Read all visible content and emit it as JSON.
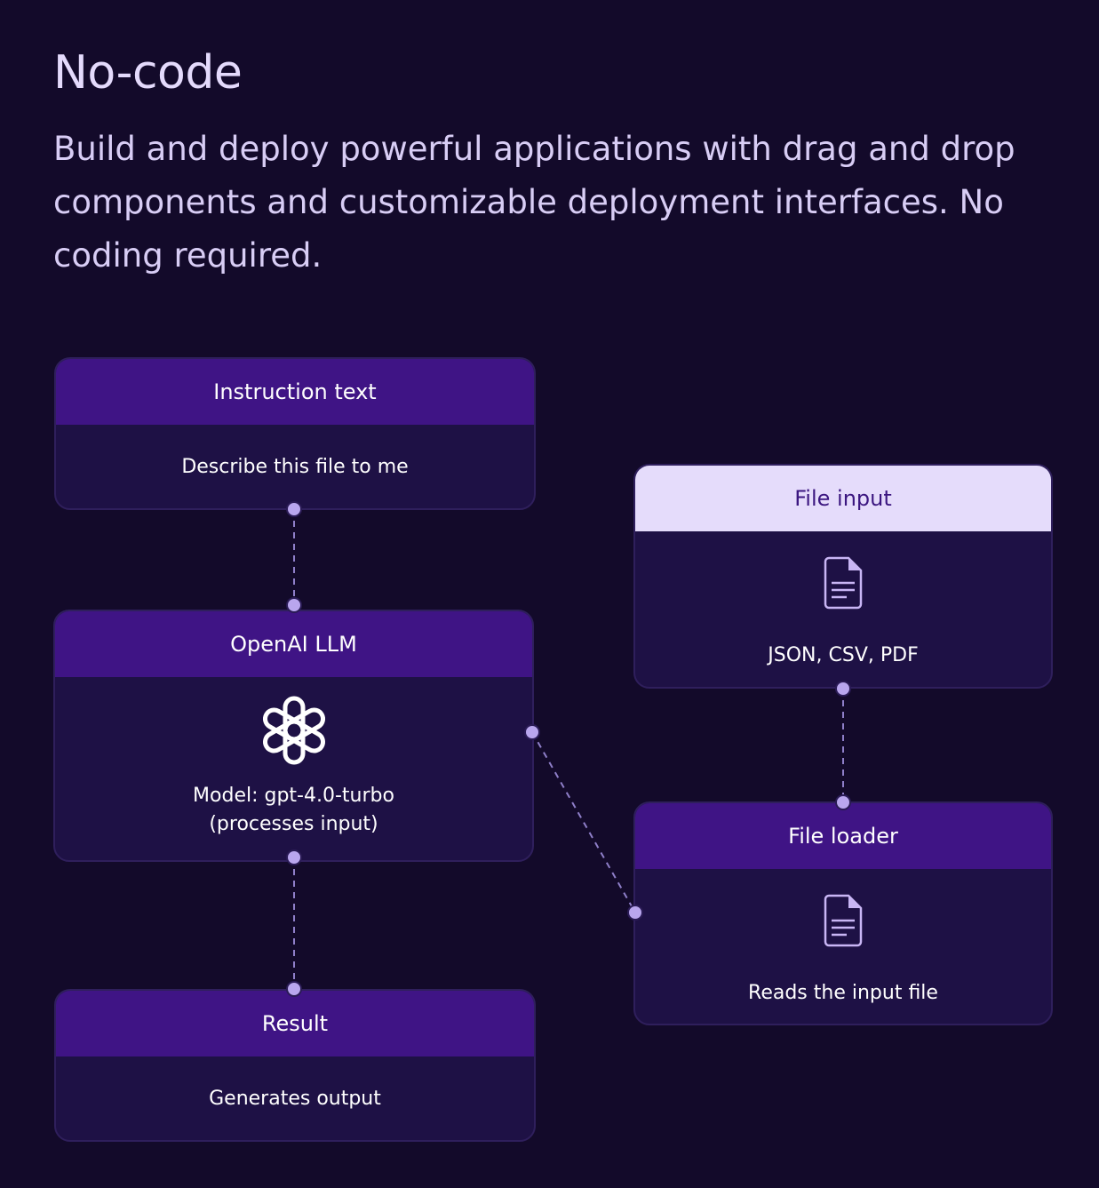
{
  "header": {
    "title": "No-code",
    "description": "Build and deploy powerful applications with drag and drop components and customizable deployment interfaces. No coding required."
  },
  "nodes": {
    "instruction": {
      "title": "Instruction text",
      "text": "Describe this file to me"
    },
    "llm": {
      "title": "OpenAI LLM",
      "icon": "openai-logo-icon",
      "line1": "Model: gpt-4.0-turbo",
      "line2": "(processes input)"
    },
    "result": {
      "title": "Result",
      "text": "Generates output"
    },
    "file_input": {
      "title": "File input",
      "icon": "document-icon",
      "text": "JSON, CSV, PDF"
    },
    "file_loader": {
      "title": "File loader",
      "icon": "document-icon",
      "text": "Reads the input file"
    }
  },
  "colors": {
    "background": "#130a2a",
    "node_body": "#1e1145",
    "node_header": "#3f1485",
    "node_header_light": "#e5dcfb",
    "port": "#b9a6ee",
    "connector": "#8f7fc9"
  }
}
